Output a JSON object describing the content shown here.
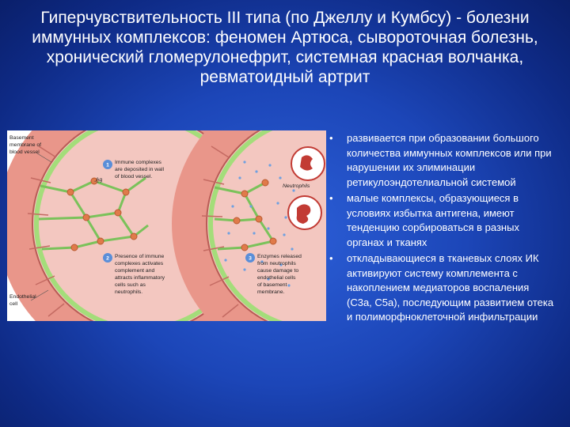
{
  "title": "Гиперчувствительность III типа (по Джеллу и Кумбсу) - болезни иммунных комплексов: феномен Артюса, сывороточная болезнь, хронический гломерулонефрит, системная красная волчанка, ревматоидный артрит",
  "bullets": [
    "развивается при образовании большого количества иммунных комплексов или при нарушении их элиминации ретикулоэндотелиальной системой",
    "малые комплексы, образующиеся в условиях избытка антигена, имеют тенденцию сорбироваться в разных органах и тканях",
    "откладывающиеся в тканевых слоях ИК активируют систему комплемента с накоплением медиаторов воспаления (С3а, С5а), последующим развитием отека и полиморфноклеточной инфильтрации"
  ],
  "diagram": {
    "label_basement_l1": "Basement",
    "label_basement_l2": "membrane of",
    "label_basement_l3": "blood vessel",
    "label_endothelial_l1": "Endothelial",
    "label_endothelial_l2": "cell",
    "label_ag": "Ag",
    "label_neutrophils": "Neutrophils",
    "step1_num": "1",
    "step1_l1": "Immune complexes",
    "step1_l2": "are deposited in wall",
    "step1_l3": "of blood vessel.",
    "step2_num": "2",
    "step2_l1": "Presence of immune",
    "step2_l2": "complexes activates",
    "step2_l3": "complement and",
    "step2_l4": "attracts inflammatory",
    "step2_l5": "cells such as",
    "step2_l6": "neutrophils.",
    "step3_num": "3",
    "step3_l1": "Enzymes released",
    "step3_l2": "from neutrophils",
    "step3_l3": "cause damage to",
    "step3_l4": "endothelial cells",
    "step3_l5": "of basement",
    "step3_l6": "membrane."
  },
  "colors": {
    "background": "#1c46b8",
    "vessel_wall": "#e9968a",
    "vessel_lumen": "#f3c7c0",
    "membrane": "#a4dd7a",
    "step_circle": "#5a8ed8"
  }
}
